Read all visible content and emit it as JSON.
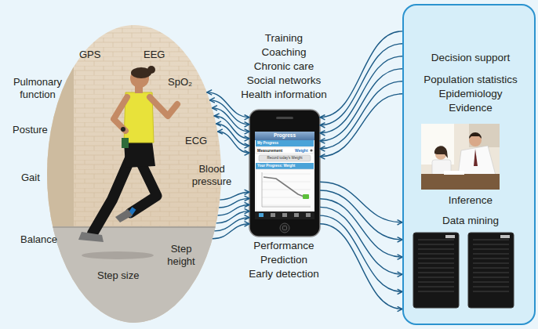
{
  "diagram": {
    "nodes": [
      {
        "text": [
          "GPS",
          "EEG",
          "Pulmonary function",
          "Posture",
          "Gait",
          "Balance",
          "Step size",
          "Step height",
          "Blood pressure",
          "ECG",
          "SpO₂"
        ]
      },
      {
        "text": [
          "Progress",
          "My Progress",
          "Measurement",
          "Weight",
          "Record today's Weight",
          "Your Progress: Weight"
        ]
      },
      {
        "text": [
          "Decision support",
          "Population statistics",
          "Epidemiology",
          "Evidence",
          "Inference",
          "Data mining"
        ]
      }
    ],
    "edges": [
      {
        "from": 0,
        "to": 1,
        "arrow": "both"
      },
      {
        "from": 0,
        "to": 1,
        "arrow": "to"
      },
      {
        "from": 2,
        "to": 1,
        "arrow": "to"
      },
      {
        "from": 1,
        "to": 2,
        "arrow": "to"
      }
    ],
    "labels": [
      "Training",
      "Coaching",
      "Chronic care",
      "Social networks",
      "Health information",
      "Performance",
      "Prediction",
      "Early detection"
    ]
  }
}
